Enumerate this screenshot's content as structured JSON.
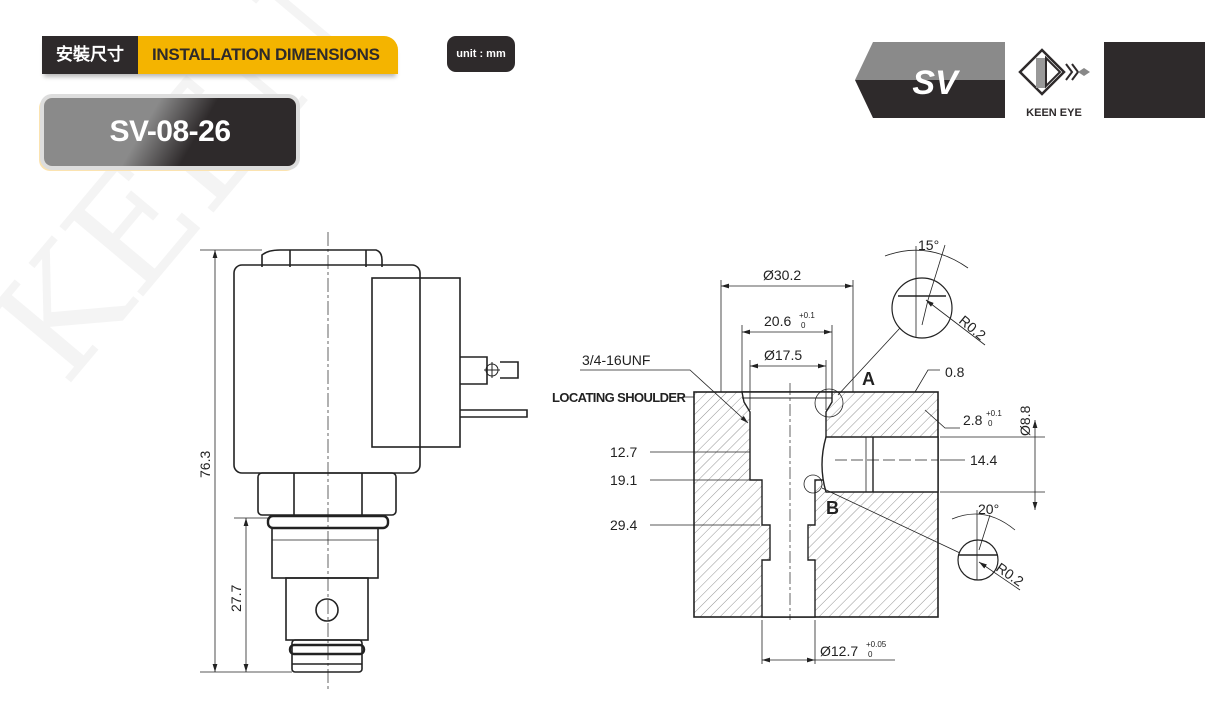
{
  "header": {
    "title_cn": "安裝尺寸",
    "title_en": "INSTALLATION DIMENSIONS",
    "unit": "unit : mm"
  },
  "model": "SV-08-26",
  "brand": {
    "series": "SV",
    "logo_text": "KEEN EYE"
  },
  "watermark": "KEEN EYE",
  "valve_view": {
    "overall_length": "76.3",
    "cartridge_length": "27.7"
  },
  "cavity_view": {
    "dia_30_2": "Ø30.2",
    "dim_20_6": "20.6",
    "tol_20_6_upper": "+0.1",
    "tol_20_6_lower": "0",
    "dia_17_5": "Ø17.5",
    "thread": "3/4-16UNF",
    "locating_shoulder": "LOCATING SHOULDER",
    "detail_a": "A",
    "detail_b": "B",
    "dim_0_8": "0.8",
    "dim_2_8": "2.8",
    "tol_2_8_upper": "+0.1",
    "tol_2_8_lower": "0",
    "dia_8_8": "Ø8.8",
    "dim_14_4": "14.4",
    "dim_12_7": "12.7",
    "dim_19_1": "19.1",
    "dim_29_4": "29.4",
    "dia_12_7": "Ø12.7",
    "tol_12_7_upper": "+0.05",
    "tol_12_7_lower": "0",
    "angle_a": "15°",
    "radius_a": "R0.2",
    "angle_b": "20°",
    "radius_b": "R0.2"
  }
}
